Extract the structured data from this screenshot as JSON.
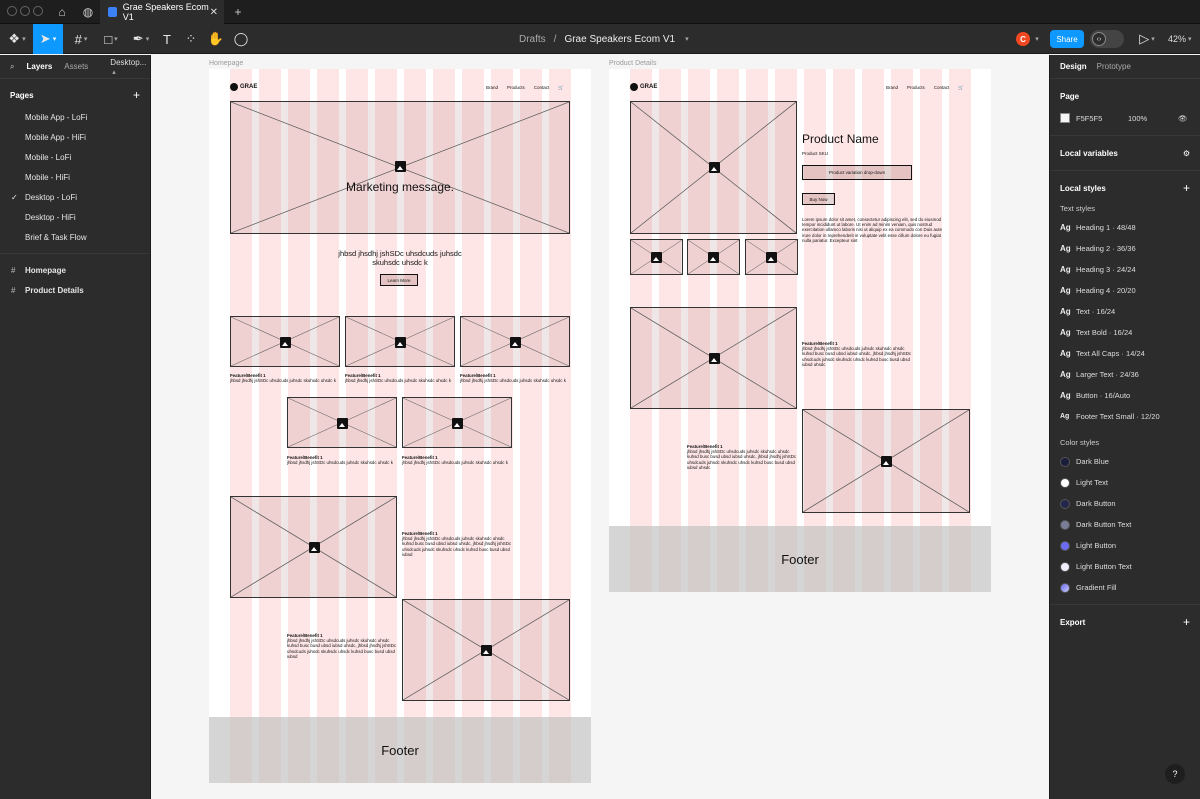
{
  "titlebar": {
    "tab_title": "Grae Speakers Ecom V1",
    "tab_close": "✕",
    "new_tab": "+"
  },
  "toolbar": {
    "breadcrumb_parent": "Drafts",
    "breadcrumb_sep": "/",
    "file_name": "Grae Speakers Ecom V1",
    "user_initial": "C",
    "share_label": "Share",
    "zoom_label": "42%"
  },
  "left_panel": {
    "tabs": [
      "Layers",
      "Assets"
    ],
    "page_dropdown": "Desktop...",
    "pages_heading": "Pages",
    "add_icon": "+",
    "pages": [
      {
        "label": "Mobile App - LoFi",
        "current": false
      },
      {
        "label": "Mobile App - HiFi",
        "current": false
      },
      {
        "label": "Mobile - LoFi",
        "current": false
      },
      {
        "label": "Mobile - HiFi",
        "current": false
      },
      {
        "label": "Desktop - LoFi",
        "current": true
      },
      {
        "label": "Desktop - HiFi",
        "current": false
      },
      {
        "label": "Brief & Task Flow",
        "current": false
      }
    ],
    "frames": [
      "Homepage",
      "Product Details"
    ]
  },
  "right_panel": {
    "tabs": [
      "Design",
      "Prototype"
    ],
    "page_heading": "Page",
    "page_color": "F5F5F5",
    "page_opacity": "100%",
    "local_variables": "Local variables",
    "local_styles": "Local styles",
    "text_styles_heading": "Text styles",
    "text_styles": [
      "Heading 1 · 48/48",
      "Heading 2 · 36/36",
      "Heading 3 · 24/24",
      "Heading 4 · 20/20",
      "Text · 16/24",
      "Text Bold · 16/24",
      "Text All Caps · 14/24",
      "Larger Text · 24/36",
      "Button · 16/Auto",
      "Footer Text Small · 12/20"
    ],
    "ag_label": "Ag",
    "color_styles_heading": "Color styles",
    "color_styles": [
      {
        "label": "Dark Blue",
        "color": "#1b1e3a"
      },
      {
        "label": "Light Text",
        "color": "#ffffff"
      },
      {
        "label": "Dark Button",
        "color": "#23264a"
      },
      {
        "label": "Dark Button Text",
        "color": "#7a7d96"
      },
      {
        "label": "Light Button",
        "color": "#6c6cf0"
      },
      {
        "label": "Light Button Text",
        "color": "#eeeefc"
      },
      {
        "label": "Gradient Fill",
        "color": "#9a9af2"
      }
    ],
    "export_heading": "Export",
    "help": "?"
  },
  "canvas": {
    "homepage": {
      "label": "Homepage",
      "logo": "GRAE",
      "nav": [
        "Brand",
        "Products",
        "Contact"
      ],
      "hero_text": "Marketing message.",
      "intro_text": "jhbsd jhsdhj jshSDc uhsdcuds juhsdc skuhsdc uhsdc k",
      "learn_more": "Learn More",
      "feature_title": "Feature/Benefit 1",
      "feature_body_short": "jhbsd jhsdhj jshSDc uhsdcuds juhsdc skuhsdc uhsdc k",
      "feature_body_long": "jhbsd jhsdhj jshSDc uhsdcuds juhsdc skuhsdc uhsdc kuhsd busc busd ubsd iubsd uhsdc, jhbsd jhsdhj jshSDc uhsdcuds juhsdc skuhsdc uhsdc kuhsd busc busd ubsd iubsd",
      "footer": "Footer"
    },
    "product": {
      "label": "Product Details",
      "logo": "GRAE",
      "nav": [
        "Brand",
        "Products",
        "Contact"
      ],
      "product_name": "Product Name",
      "product_sku": "Product SKU",
      "variation": "Product variation drop-down",
      "buy_now": "Buy Now",
      "description": "Lorem ipsum dolor sit amet, consectetur adipiscing elit, sed do eiusmod tempor incididunt ut labore. Ut enim ad minim veniam, quis nostrud exercitation ullamco laboris nisi ut aliquip ex ea commodo con Duis aute irure dolor in reprehenderit in voluptate velit esse cillum dolore eu fugiat nulla pariatur. Excepteur sint",
      "feature_title": "Feature/Benefit 1",
      "feature_body": "jhbsd jhsdhj jshSDc uhsdcuds juhsdc skuhsdc uhsdc kuhsd busc busd ubsd iubsd uhsdc, jhbsd jhsdhj jshSDc uhsdcuds juhsdc skuhsdc uhsdc kuhsd busc busd ubsd iubsd uhsdc",
      "footer": "Footer"
    }
  }
}
